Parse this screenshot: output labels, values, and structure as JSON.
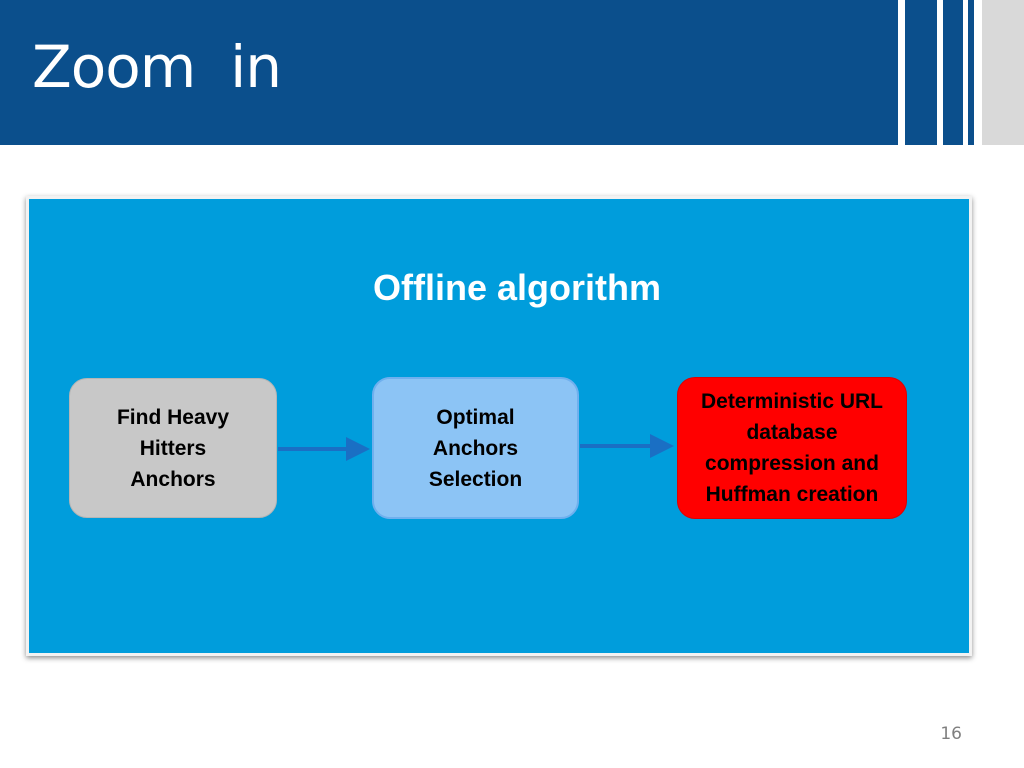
{
  "slide": {
    "title": "Zoom  in",
    "page_number": "16"
  },
  "panel": {
    "heading": "Offline algorithm"
  },
  "flow": {
    "nodes": [
      {
        "label": "Find Heavy\nHitters\nAnchors",
        "color": "#c8c8c8"
      },
      {
        "label": "Optimal\nAnchors\nSelection",
        "color": "#8cc4f5"
      },
      {
        "label": "Deterministic URL\ndatabase\ncompression and\nHuffman creation",
        "color": "#ff0000"
      }
    ]
  },
  "colors": {
    "title_bar": "#0b4f8c",
    "panel": "#009ddc",
    "arrow": "#1a6fc4"
  }
}
